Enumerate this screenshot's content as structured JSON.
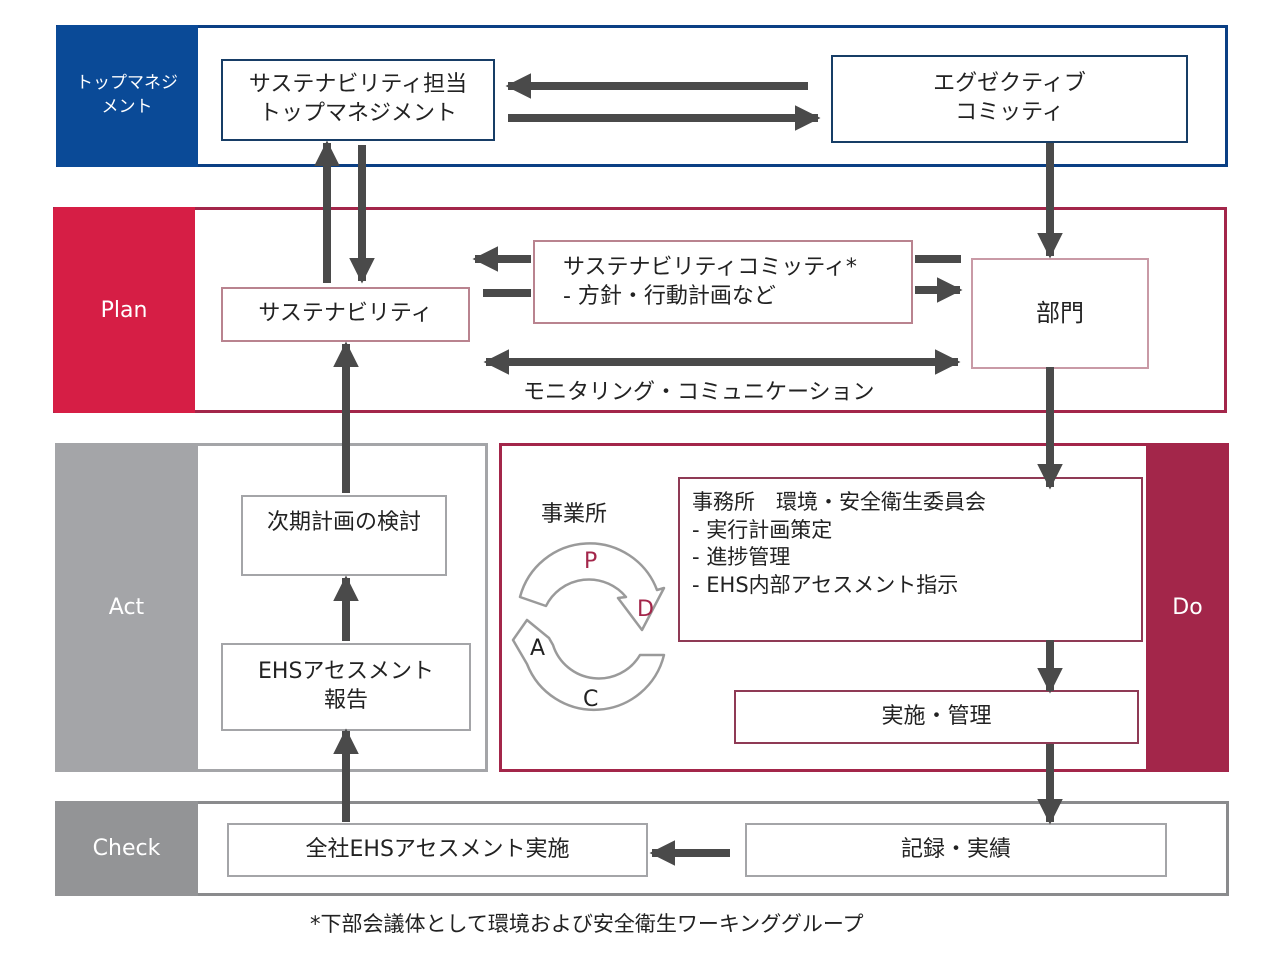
{
  "colors": {
    "top_management": "#0a4a97",
    "plan": "#d61e45",
    "do": "#a3264a",
    "act": "#a4a5a8",
    "check": "#939496",
    "arrow": "#4a4a4a",
    "pdca_red": "#a3264a"
  },
  "rows": {
    "top_management": {
      "label": "トップマネジ\nメント",
      "sustainability_officer": [
        "サステナビリティ担当",
        "トップマネジメント"
      ],
      "executive_committee": [
        "エグゼクティブ",
        "コミッティ"
      ]
    },
    "plan": {
      "label": "Plan",
      "sustainability": "サステナビリティ",
      "sustainability_committee": [
        "サステナビリティコミッティ*",
        "- 方針・行動計画など"
      ],
      "department": "部門",
      "monitoring": "モニタリング・コミュニケーション"
    },
    "act": {
      "label": "Act",
      "next_plan": "次期計画の検討",
      "ehs_report": [
        "EHSアセスメント",
        "報告"
      ]
    },
    "do": {
      "label": "Do",
      "site": "事業所",
      "pdca": {
        "p": "P",
        "d": "D",
        "c": "C",
        "a": "A"
      },
      "office_committee": {
        "title": "事務所　環境・安全衛生委員会",
        "items": [
          "- 実行計画策定",
          "- 進捗管理",
          "- EHS内部アセスメント指示"
        ]
      },
      "implementation": "実施・管理"
    },
    "check": {
      "label": "Check",
      "company_assessment": "全社EHSアセスメント実施",
      "records": "記録・実績"
    }
  },
  "footnote": "*下部会議体として環境および安全衛生ワーキンググループ"
}
